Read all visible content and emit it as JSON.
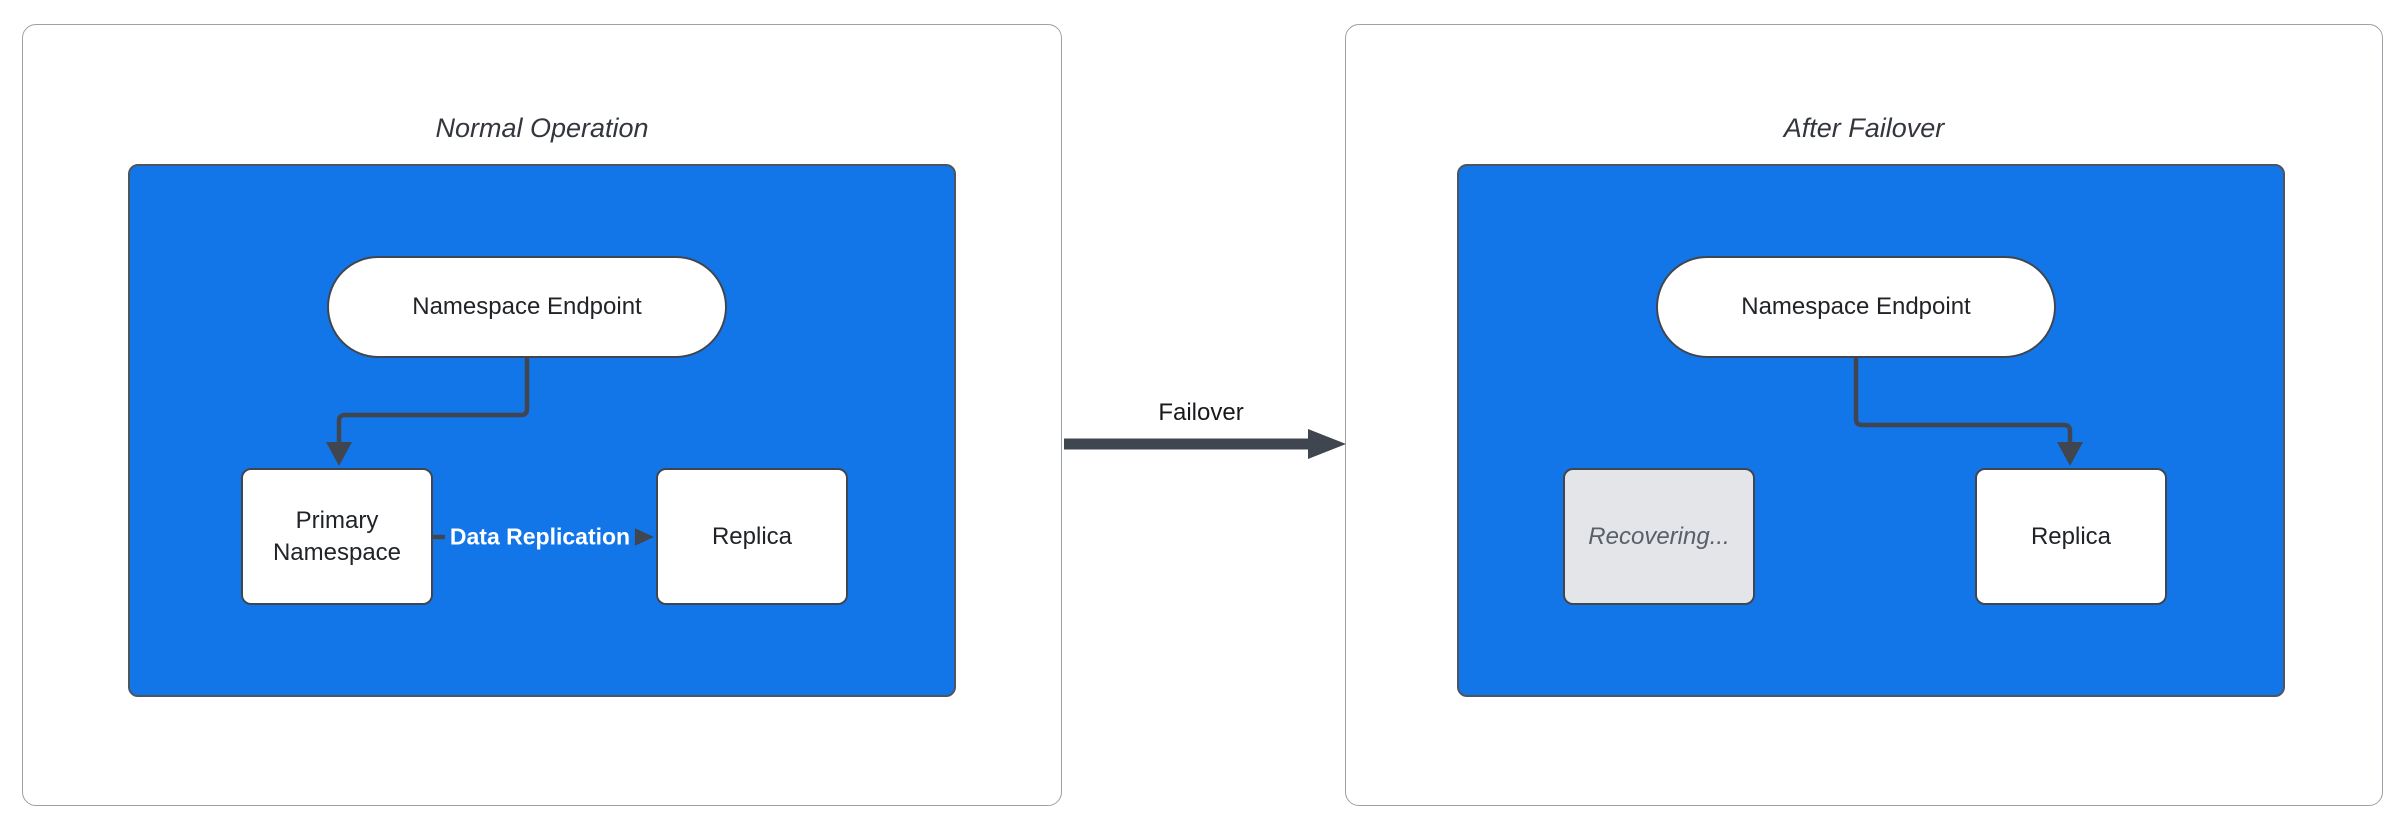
{
  "diagram": {
    "panels": [
      {
        "id": "normal-operation",
        "title": "Normal Operation",
        "nodes": [
          {
            "id": "endpoint",
            "label": "Namespace Endpoint",
            "shape": "stadium"
          },
          {
            "id": "primary",
            "label": "Primary Namespace",
            "shape": "rounded-rect"
          },
          {
            "id": "replica",
            "label": "Replica",
            "shape": "rounded-rect"
          }
        ],
        "edges": [
          {
            "from": "endpoint",
            "to": "primary",
            "label": ""
          },
          {
            "from": "primary",
            "to": "replica",
            "label": "Data Replication"
          }
        ]
      },
      {
        "id": "after-failover",
        "title": "After Failover",
        "nodes": [
          {
            "id": "endpoint",
            "label": "Namespace Endpoint",
            "shape": "stadium"
          },
          {
            "id": "recovering",
            "label": "Recovering...",
            "shape": "rounded-rect",
            "state": "inactive"
          },
          {
            "id": "replica",
            "label": "Replica",
            "shape": "rounded-rect"
          }
        ],
        "edges": [
          {
            "from": "endpoint",
            "to": "replica",
            "label": ""
          }
        ]
      }
    ],
    "transition": {
      "label": "Failover",
      "from": "normal-operation",
      "to": "after-failover"
    }
  },
  "colors": {
    "cluster_blue": "#1376e8",
    "panel_border": "#9aa1a8",
    "node_border": "#3f4650",
    "connector": "#3f4650",
    "node_fill": "#ffffff",
    "inactive_node_fill": "#e3e5e9",
    "inactive_node_text": "#596069",
    "title_text": "#33373d",
    "node_text": "#202327",
    "replication_label_text": "#ffffff"
  }
}
